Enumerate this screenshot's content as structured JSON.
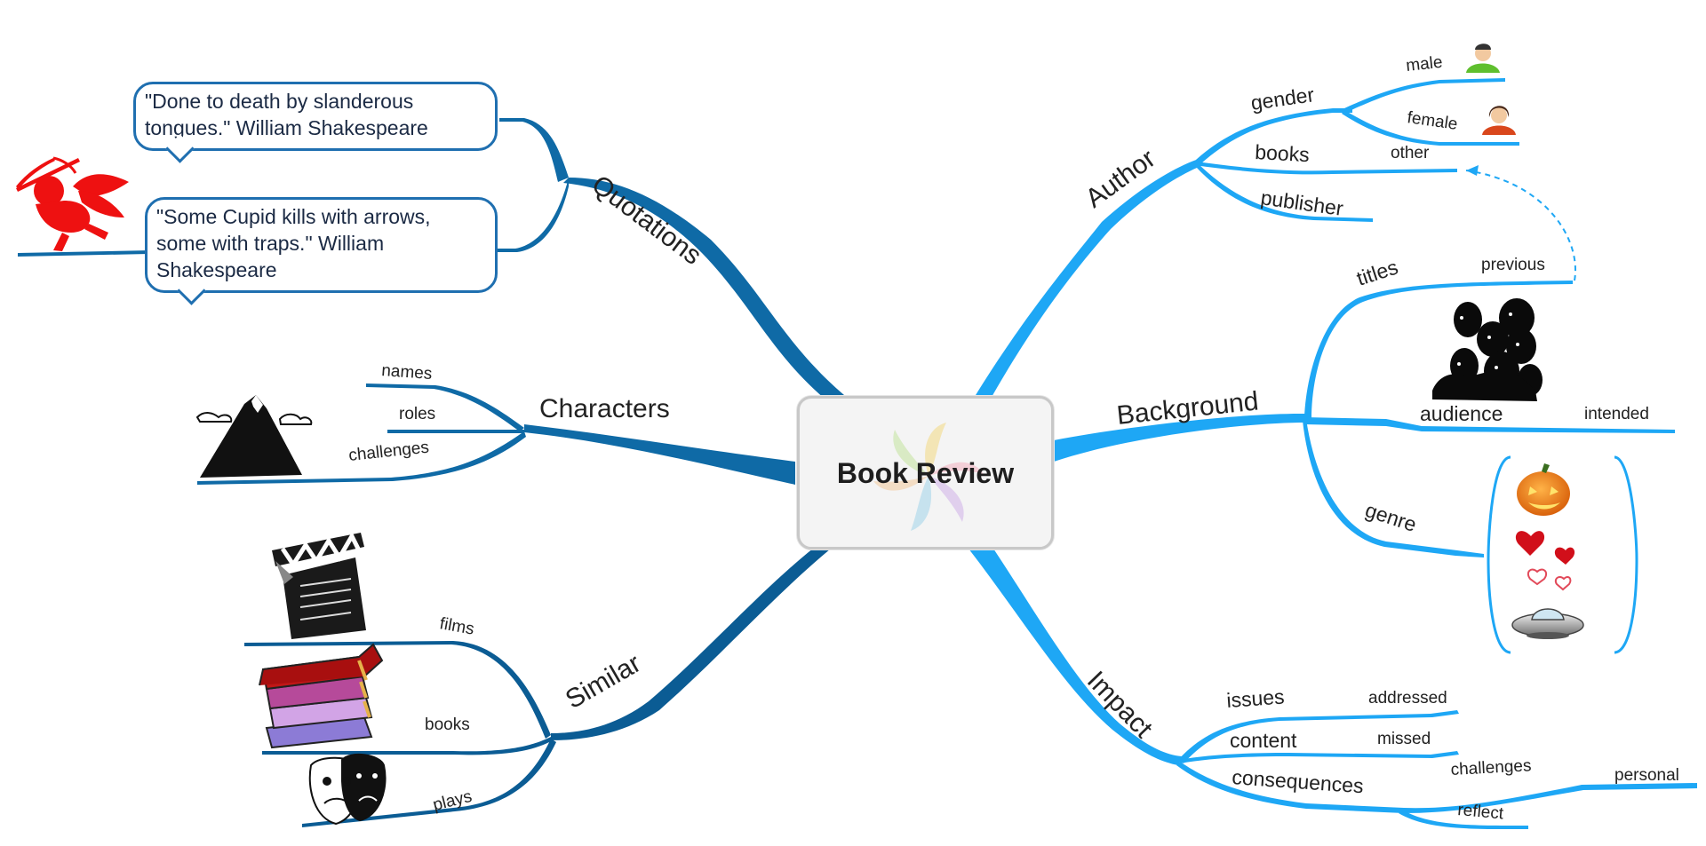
{
  "central_topic": "Book Review",
  "quotations": {
    "label": "Quotations",
    "quote_1": "\"Done to death by slanderous tongues.\" William Shakespeare",
    "quote_2": "\"Some Cupid kills with arrows, some with traps.\" William Shakespeare"
  },
  "characters": {
    "label": "Characters",
    "items": [
      "names",
      "roles",
      "challenges"
    ]
  },
  "similar": {
    "label": "Similar",
    "items": [
      "films",
      "books",
      "plays"
    ]
  },
  "author": {
    "label": "Author",
    "gender": {
      "label": "gender",
      "items": [
        "male",
        "female"
      ]
    },
    "books": {
      "label": "books",
      "sub": "other"
    },
    "publisher": "publisher"
  },
  "background": {
    "label": "Background",
    "titles": {
      "label": "titles",
      "sub": "previous"
    },
    "audience": {
      "label": "audience",
      "sub": "intended"
    },
    "genre": "genre"
  },
  "impact": {
    "label": "Impact",
    "issues": {
      "label": "issues",
      "sub": "addressed"
    },
    "content": {
      "label": "content",
      "sub": "missed"
    },
    "consequences": {
      "label": "consequences",
      "challenges": "challenges",
      "personal": "personal",
      "reflect": "reflect"
    }
  },
  "colors": {
    "left_branch": "#0f6aa6",
    "similar_branch": "#0b5c94",
    "right_branch": "#1ea7f5",
    "bubble_border": "#1f6fb0"
  },
  "icons": [
    "cupid-icon",
    "mountain-icon",
    "clapperboard-icon",
    "books-stack-icon",
    "theater-masks-icon",
    "male-user-icon",
    "female-user-icon",
    "crowd-icon",
    "pumpkin-icon",
    "hearts-icon",
    "ufo-icon",
    "pinwheel-logo"
  ]
}
